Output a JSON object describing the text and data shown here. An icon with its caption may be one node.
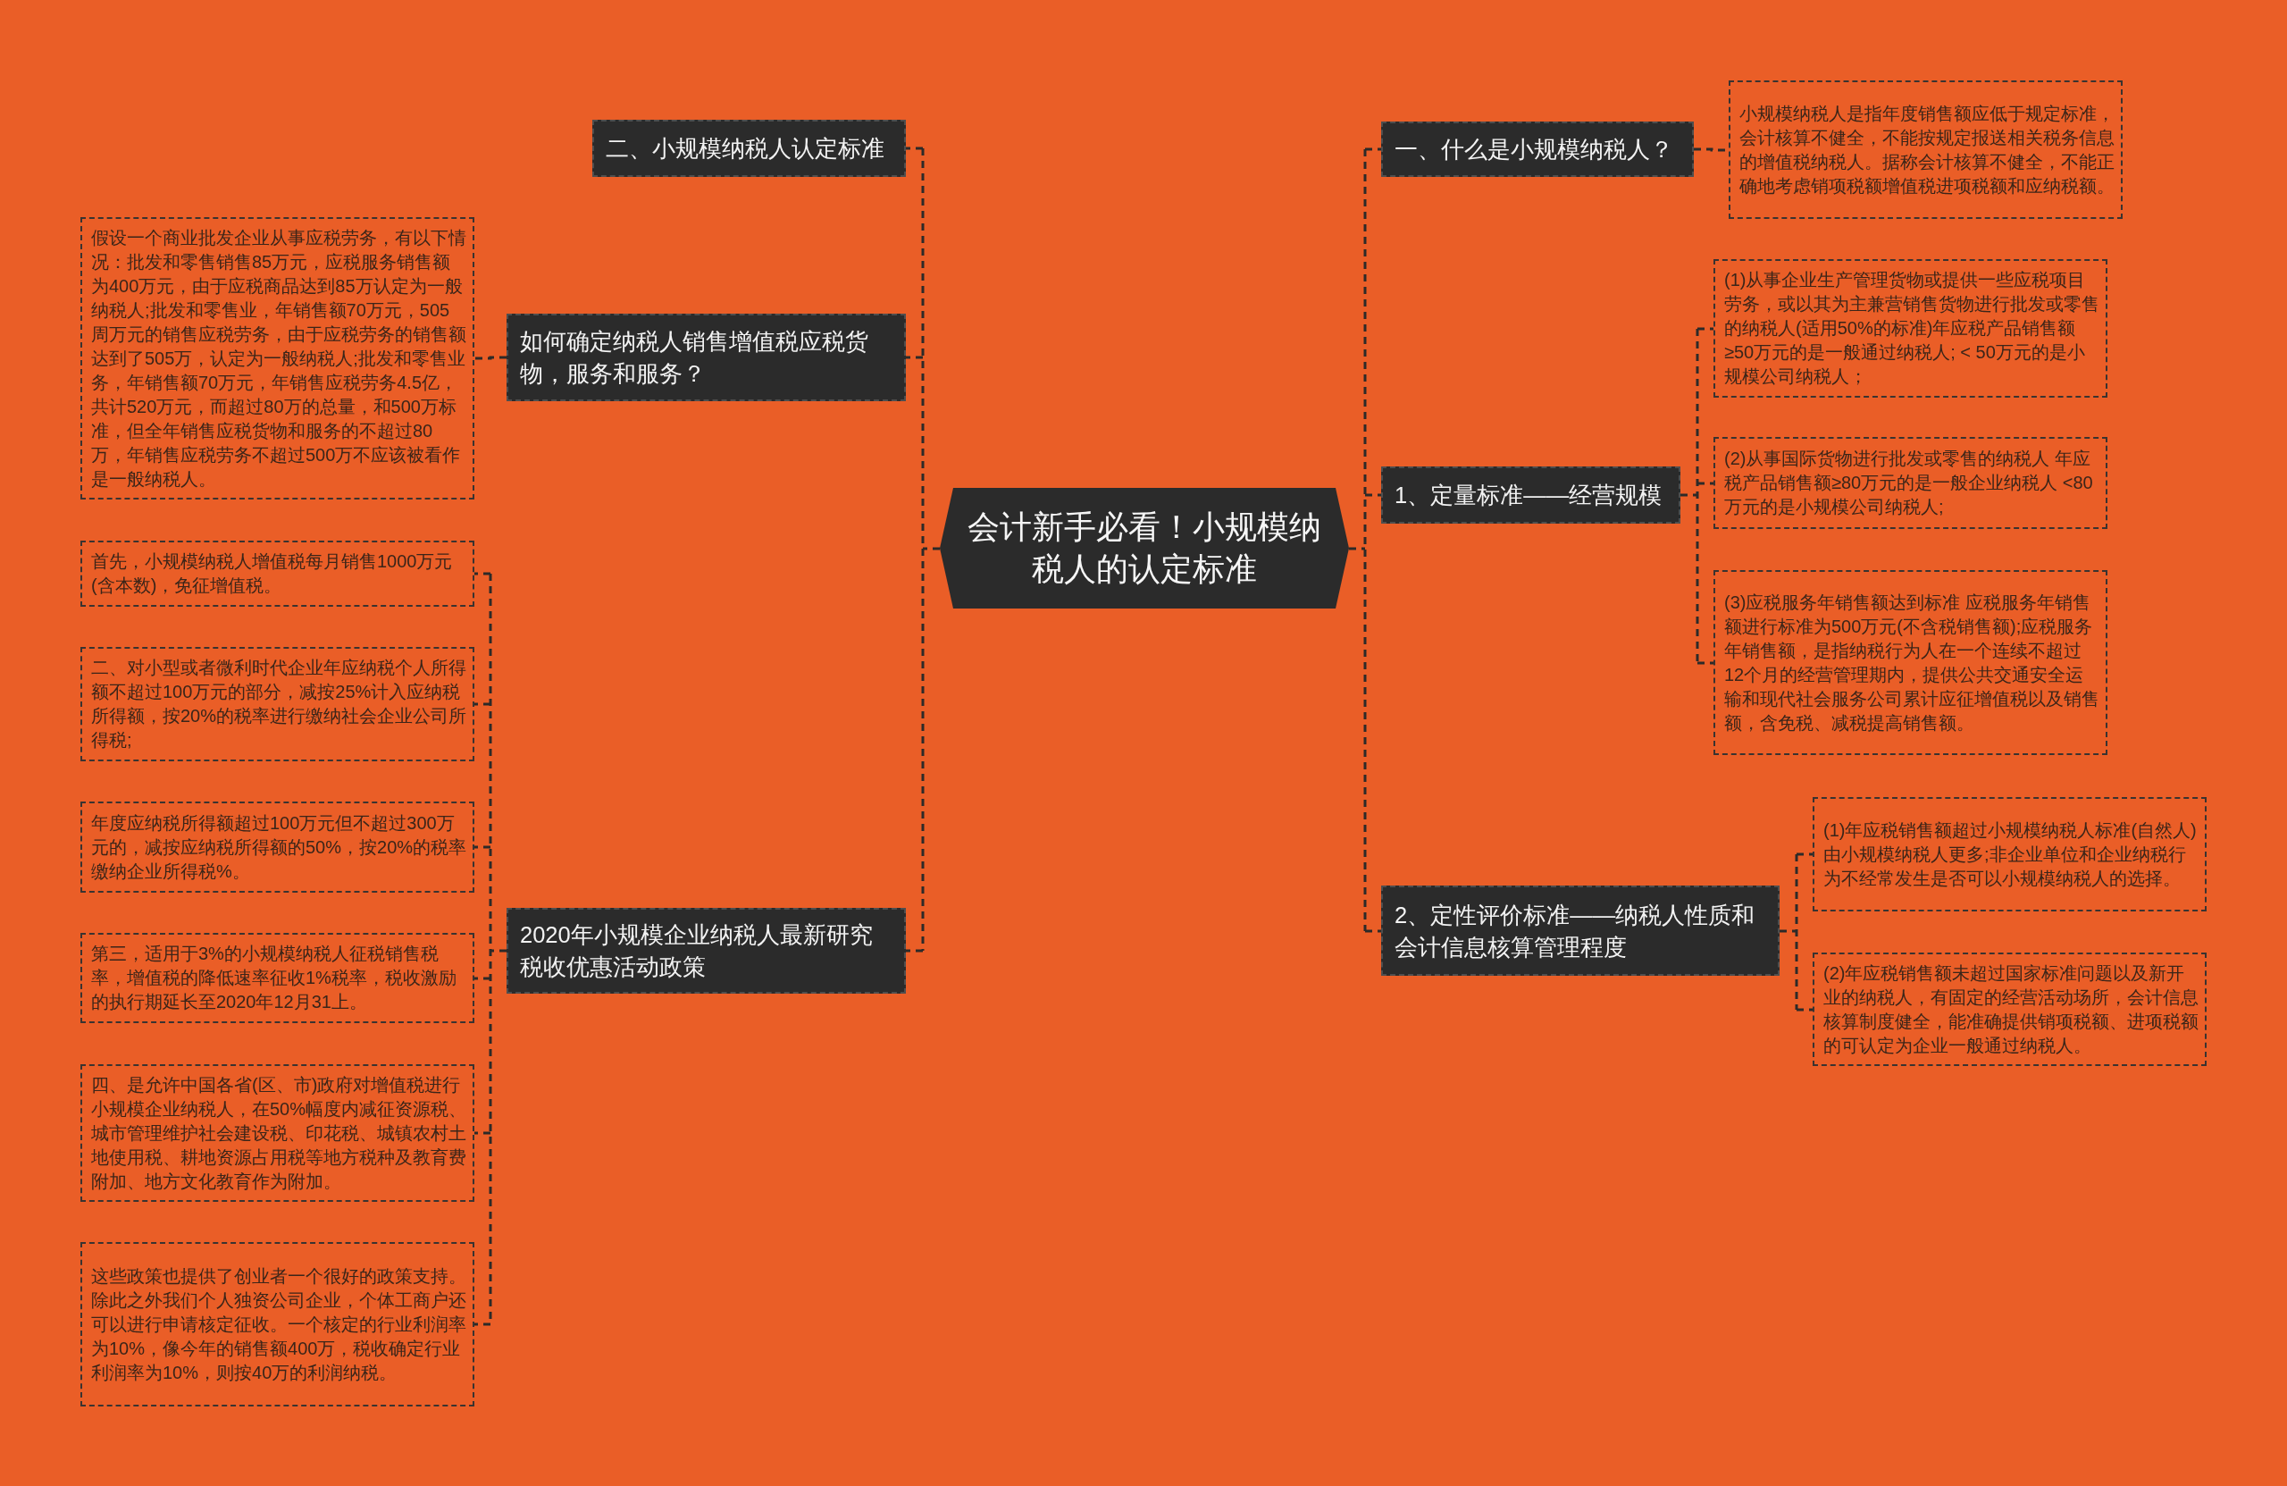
{
  "diagram": {
    "nodes": [
      {
        "text": [
          "会计新手必看！小规模纳税人的认定标准"
        ]
      },
      {
        "text": [
          "二、小规模纳税人认定标准"
        ]
      },
      {
        "text": [
          "如何确定纳税人销售增值税应税货物，服务和服务？"
        ]
      },
      {
        "text": [
          "假设一个商业批发企业从事应税劳务，有以下情况：批发和零售销售85万元，应税服务销售额为400万元，由于应税商品达到85万认定为一般纳税人;批发和零售业，年销售额70万元，505周万元的销售应税劳务，由于应税劳务的销售额达到了505万，认定为一般纳税人;批发和零售业务，年销售额70万元，年销售应税劳务4.5亿，共计520万元，而超过80万的总量，和500万标准，但全年销售应税货物和服务的不超过80万，年销售应税劳务不超过500万不应该被看作是一般纳税人。"
        ]
      },
      {
        "text": [
          "2020年小规模企业纳税人最新研究税收优惠活动政策"
        ]
      },
      {
        "text": [
          "首先，小规模纳税人增值税每月销售1000万元(含本数)，免征增值税。"
        ]
      },
      {
        "text": [
          "二、对小型或者微利时代企业年应纳税个人所得额不超过100万元的部分，减按25%计入应纳税所得额，按20%的税率进行缴纳社会企业公司所得税;"
        ]
      },
      {
        "text": [
          "年度应纳税所得额超过100万元但不超过300万元的，减按应纳税所得额的50%，按20%的税率缴纳企业所得税%。"
        ]
      },
      {
        "text": [
          "第三，适用于3%的小规模纳税人征税销售税率，增值税的降低速率征收1%税率，税收激励的执行期延长至2020年12月31上。"
        ]
      },
      {
        "text": [
          "四、是允许中国各省(区、市)政府对增值税进行小规模企业纳税人，在50%幅度内减征资源税、城市管理维护社会建设税、印花税、城镇农村土地使用税、耕地资源占用税等地方税种及教育费附加、地方文化教育作为附加。"
        ]
      },
      {
        "text": [
          "这些政策也提供了创业者一个很好的政策支持。除此之外我们个人独资公司企业，个体工商户还可以进行申请核定征收。一个核定的行业利润率为10%，像今年的销售额400万，税收确定行业利润率为10%，则按40万的利润纳税。"
        ]
      },
      {
        "text": [
          "一、什么是小规模纳税人？"
        ]
      },
      {
        "text": [
          "小规模纳税人是指年度销售额应低于规定标准，会计核算不健全，不能按规定报送相关税务信息的增值税纳税人。据称会计核算不健全，不能正确地考虑销项税额增值税进项税额和应纳税额。"
        ]
      },
      {
        "text": [
          "1、定量标准——经营规模"
        ]
      },
      {
        "text": [
          "(1)从事企业生产管理货物或提供一些应税项目劳务，或以其为主兼营销售货物进行批发或零售的纳税人(适用50%的标准)年应税产品销售额≥50万元的是一般通过纳税人; < 50万元的是小规模公司纳税人；"
        ]
      },
      {
        "text": [
          "(2)从事国际货物进行批发或零售的纳税人 年应税产品销售额≥80万元的是一般企业纳税人 <80万元的是小规模公司纳税人;"
        ]
      },
      {
        "text": [
          "(3)应税服务年销售额达到标准 应税服务年销售额进行标准为500万元(不含税销售额);应税服务年销售额，是指纳税行为人在一个连续不超过12个月的经营管理期内，提供公共交通安全运输和现代社会服务公司累计应征增值税以及销售额，含免税、减税提高销售额。"
        ]
      },
      {
        "text": [
          "2、定性评价标准——纳税人性质和会计信息核算管理程度"
        ]
      },
      {
        "text": [
          "(1)年应税销售额超过小规模纳税人标准(自然人)由小规模纳税人更多;非企业单位和企业纳税行为不经常发生是否可以小规模纳税人的选择。"
        ]
      },
      {
        "text": [
          "(2)年应税销售额未超过国家标准问题以及新开业的纳税人，有固定的经营活动场所，会计信息核算制度健全，能准确提供销项税额、进项税额的可认定为企业一般通过纳税人。"
        ]
      }
    ],
    "edges": [
      {
        "from": 0,
        "to": 1,
        "arrow": "none"
      },
      {
        "from": 0,
        "to": 2,
        "arrow": "none"
      },
      {
        "from": 2,
        "to": 3,
        "arrow": "none"
      },
      {
        "from": 0,
        "to": 4,
        "arrow": "none"
      },
      {
        "from": 4,
        "to": 5,
        "arrow": "none"
      },
      {
        "from": 4,
        "to": 6,
        "arrow": "none"
      },
      {
        "from": 4,
        "to": 7,
        "arrow": "none"
      },
      {
        "from": 4,
        "to": 8,
        "arrow": "none"
      },
      {
        "from": 4,
        "to": 9,
        "arrow": "none"
      },
      {
        "from": 4,
        "to": 10,
        "arrow": "none"
      },
      {
        "from": 0,
        "to": 11,
        "arrow": "none"
      },
      {
        "from": 11,
        "to": 12,
        "arrow": "none"
      },
      {
        "from": 0,
        "to": 13,
        "arrow": "none"
      },
      {
        "from": 13,
        "to": 14,
        "arrow": "none"
      },
      {
        "from": 13,
        "to": 15,
        "arrow": "none"
      },
      {
        "from": 13,
        "to": 16,
        "arrow": "none"
      },
      {
        "from": 0,
        "to": 17,
        "arrow": "none"
      },
      {
        "from": 17,
        "to": 18,
        "arrow": "none"
      },
      {
        "from": 17,
        "to": 19,
        "arrow": "none"
      }
    ]
  }
}
